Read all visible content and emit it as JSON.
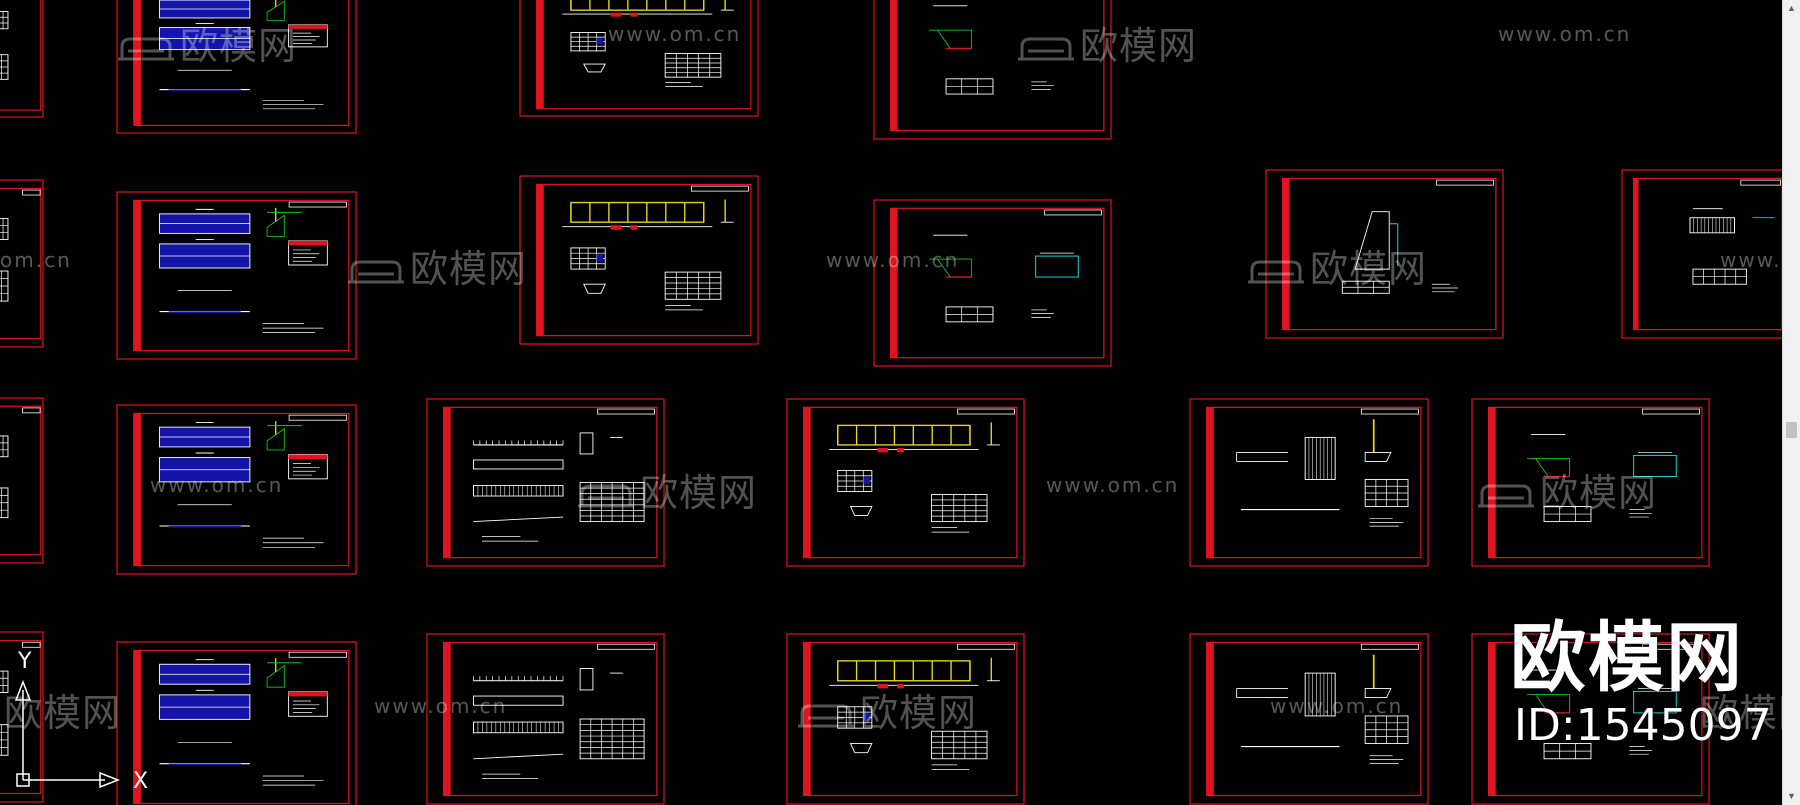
{
  "watermark": {
    "brand": "欧模网",
    "url": "www.om.cn",
    "url_fragment": "om.cn",
    "id": "ID:1545097"
  },
  "ucs": {
    "x_label": "X",
    "y_label": "Y"
  },
  "scrollbar": {
    "up_icon": "▲",
    "down_icon": "▼"
  },
  "colors": {
    "background": "#000000",
    "sheet_border": "#e0141e",
    "title_strip": "#e0141e",
    "line": "#ffffff",
    "hatch_fill": "#1414a8",
    "accent_green": "#19c319",
    "accent_yellow": "#e6d71e",
    "accent_cyan": "#19c8c8",
    "scrollbar": "#f0f0f0"
  }
}
